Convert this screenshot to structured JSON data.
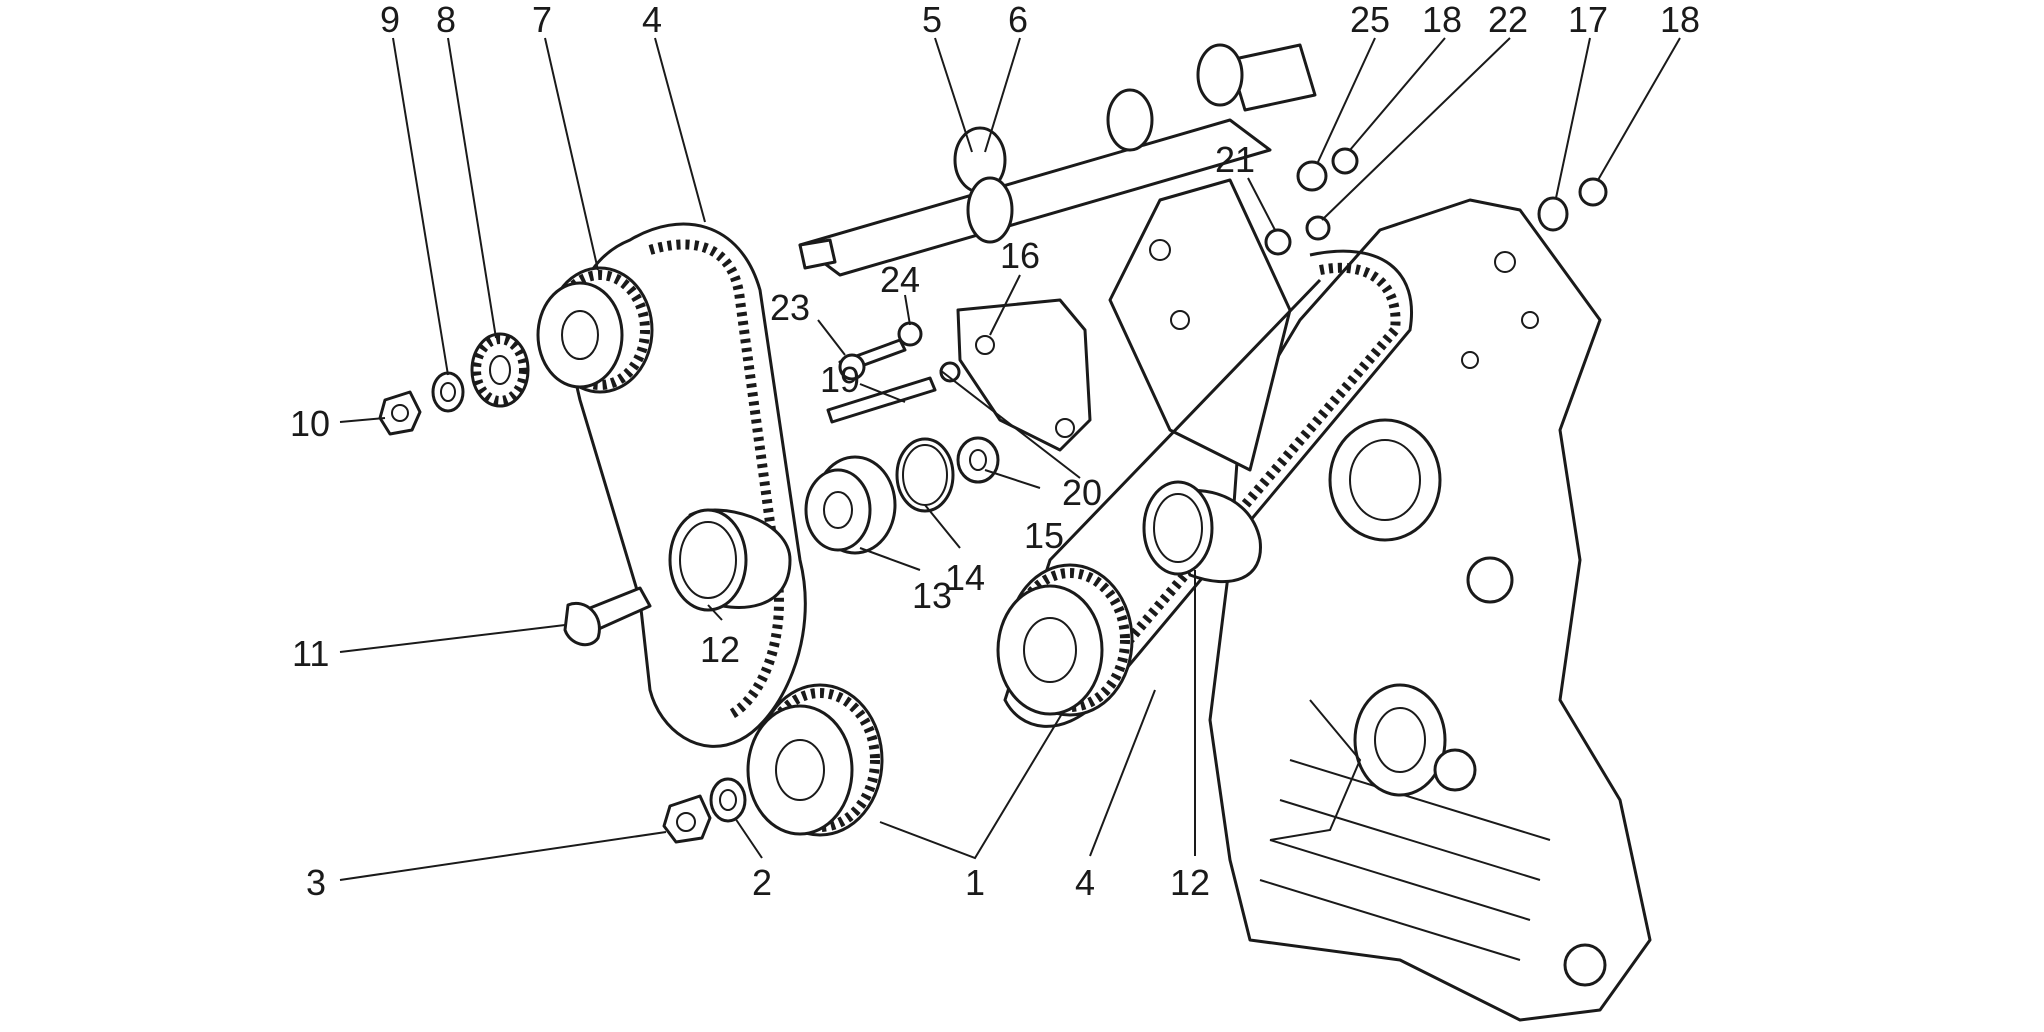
{
  "diagram": {
    "callouts": [
      {
        "id": "9",
        "label": "9"
      },
      {
        "id": "8",
        "label": "8"
      },
      {
        "id": "7",
        "label": "7"
      },
      {
        "id": "4a",
        "label": "4"
      },
      {
        "id": "5",
        "label": "5"
      },
      {
        "id": "6",
        "label": "6"
      },
      {
        "id": "25",
        "label": "25"
      },
      {
        "id": "18a",
        "label": "18"
      },
      {
        "id": "22",
        "label": "22"
      },
      {
        "id": "17",
        "label": "17"
      },
      {
        "id": "18b",
        "label": "18"
      },
      {
        "id": "21",
        "label": "21"
      },
      {
        "id": "16",
        "label": "16"
      },
      {
        "id": "24",
        "label": "24"
      },
      {
        "id": "23",
        "label": "23"
      },
      {
        "id": "19",
        "label": "19"
      },
      {
        "id": "10",
        "label": "10"
      },
      {
        "id": "20",
        "label": "20"
      },
      {
        "id": "15",
        "label": "15"
      },
      {
        "id": "14",
        "label": "14"
      },
      {
        "id": "13",
        "label": "13"
      },
      {
        "id": "12a",
        "label": "12"
      },
      {
        "id": "11",
        "label": "11"
      },
      {
        "id": "3",
        "label": "3"
      },
      {
        "id": "2",
        "label": "2"
      },
      {
        "id": "1",
        "label": "1"
      },
      {
        "id": "4b",
        "label": "4"
      },
      {
        "id": "12b",
        "label": "12"
      }
    ]
  }
}
